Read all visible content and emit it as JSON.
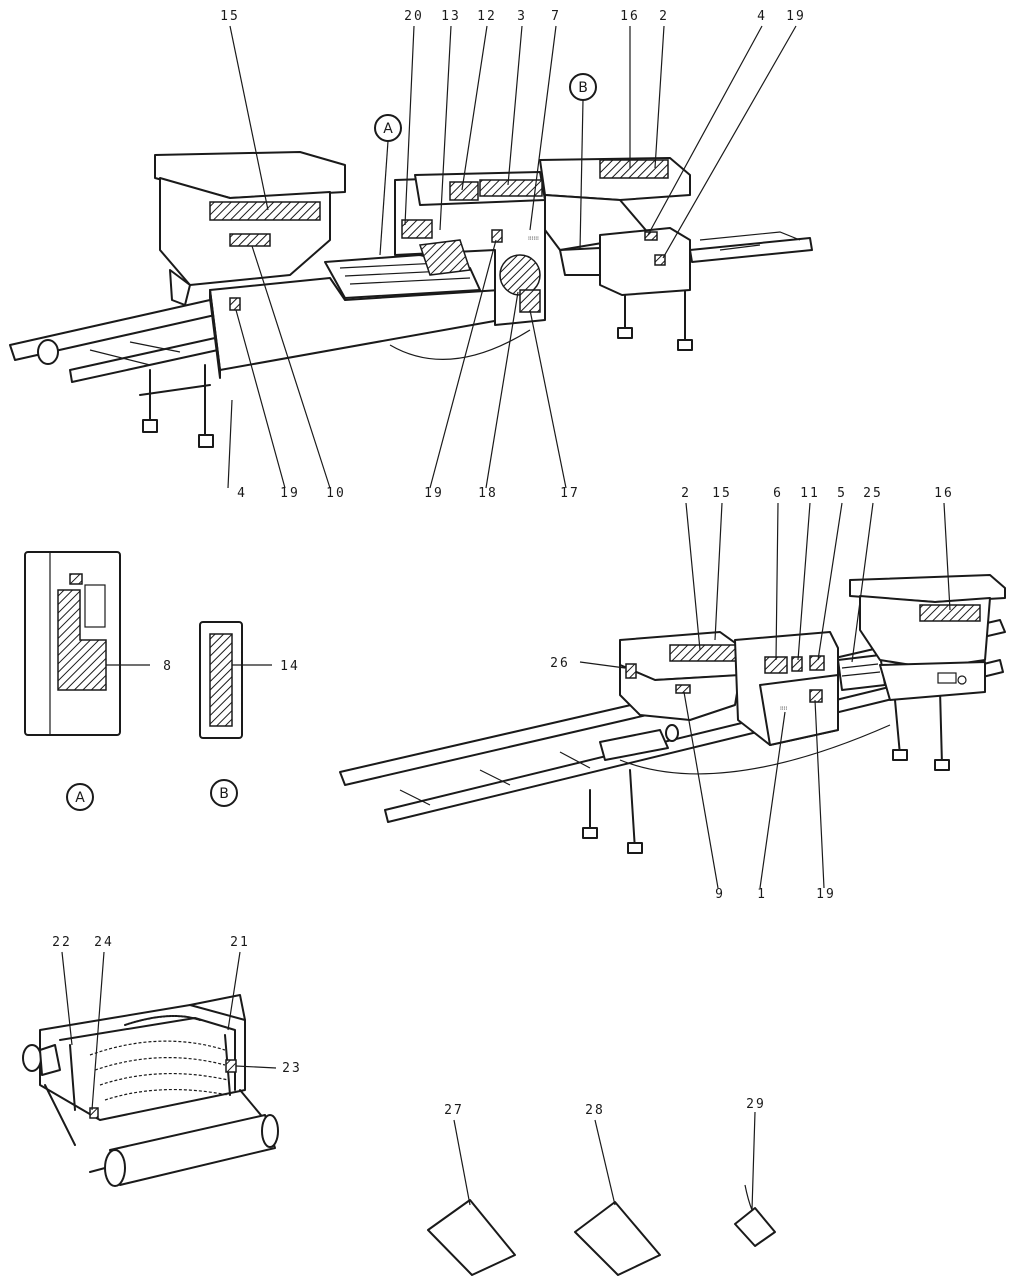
{
  "colors": {
    "ink": "#1a1a1a",
    "paper": "#ffffff"
  },
  "labels": {
    "top": [
      "15",
      "20",
      "13",
      "12",
      "3",
      "7",
      "16",
      "2",
      "4",
      "19"
    ],
    "top_bottom": [
      "4",
      "19",
      "10",
      "19",
      "18",
      "17"
    ],
    "mid": [
      "2",
      "15",
      "6",
      "11",
      "5",
      "25",
      "16",
      "26"
    ],
    "mid_bottom": [
      "9",
      "1",
      "19"
    ],
    "detail_a": "8",
    "detail_b": "14",
    "roller": [
      "22",
      "24",
      "21",
      "23"
    ],
    "cards": [
      "27",
      "28",
      "29"
    ]
  },
  "markers": {
    "a": "A",
    "b": "B"
  }
}
